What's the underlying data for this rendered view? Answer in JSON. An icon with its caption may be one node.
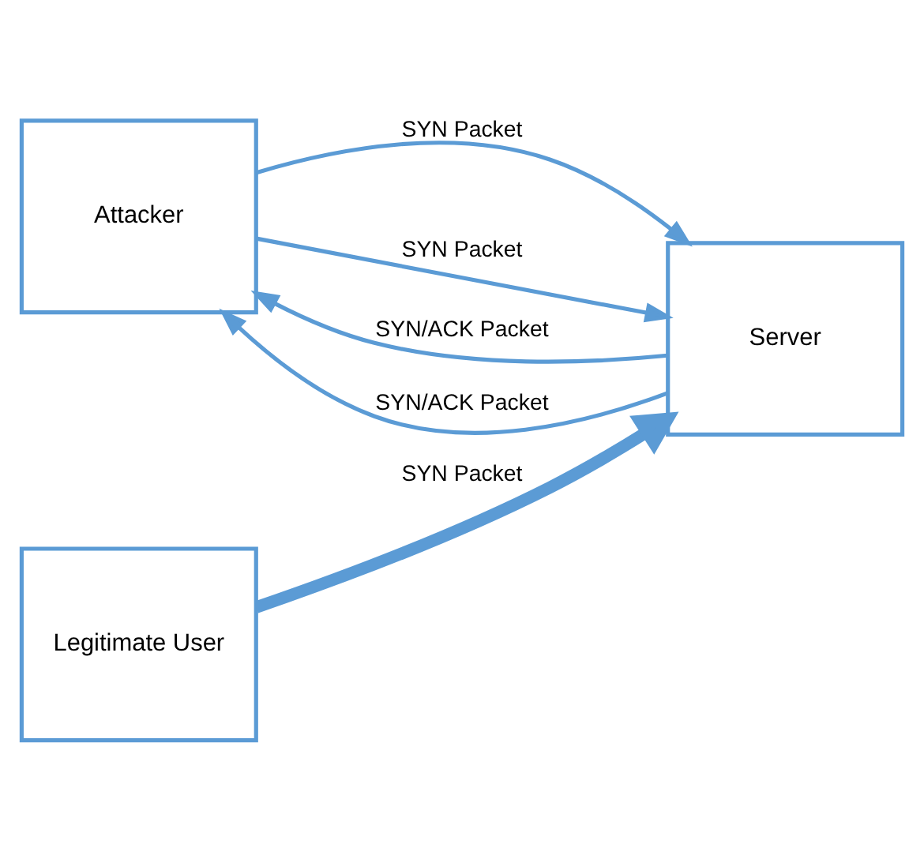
{
  "diagram": {
    "nodes": [
      {
        "text": [
          "Attacker"
        ]
      },
      {
        "text": [
          "Server"
        ]
      },
      {
        "text": [
          "Legitimate User"
        ]
      }
    ],
    "edges": [
      {
        "from": 0,
        "to": 1,
        "arrow": "to",
        "label": "SYN Packet"
      },
      {
        "from": 1,
        "to": 0,
        "arrow": "to",
        "label": "SYN/ACK Packet"
      },
      {
        "from": 0,
        "to": 1,
        "arrow": "to",
        "label": "SYN Packet"
      },
      {
        "from": 1,
        "to": 0,
        "arrow": "to",
        "label": "SYN/ACK Packet"
      },
      {
        "from": 2,
        "to": 1,
        "arrow": "to",
        "label": "SYN Packet",
        "style": "thick"
      }
    ]
  }
}
